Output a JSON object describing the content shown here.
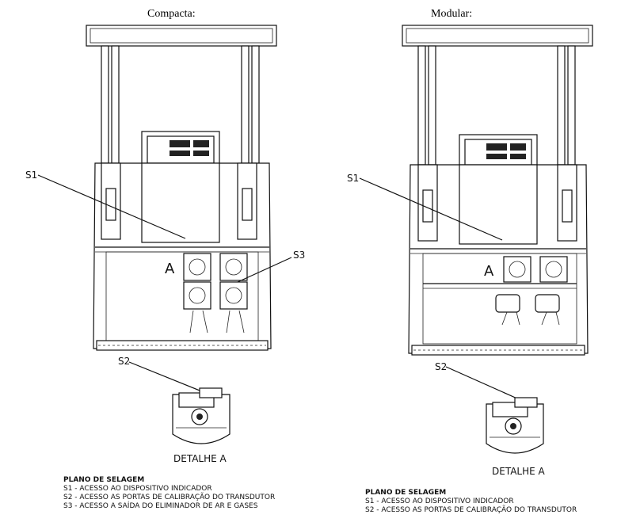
{
  "left": {
    "title": "Compacta:",
    "callouts": {
      "s1": "S1",
      "s2": "S2",
      "s3": "S3",
      "detail_marker": "A"
    },
    "detail_caption": "DETALHE A",
    "legend": {
      "heading": "PLANO DE SELAGEM",
      "items": [
        "S1 - ACESSO AO DISPOSITIVO INDICADOR",
        "S2 - ACESSO AS PORTAS DE CALIBRAÇÃO DO TRANSDUTOR",
        "S3 - ACESSO A SAÍDA DO ELIMINADOR DE AR E GASES"
      ]
    }
  },
  "right": {
    "title": "Modular:",
    "callouts": {
      "s1": "S1",
      "s2": "S2",
      "detail_marker": "A"
    },
    "detail_caption": "DETALHE A",
    "legend": {
      "heading": "PLANO DE SELAGEM",
      "items": [
        "S1 - ACESSO AO DISPOSITIVO INDICADOR",
        "S2 - ACESSO AS PORTAS DE CALIBRAÇÃO DO TRANSDUTOR"
      ]
    }
  }
}
